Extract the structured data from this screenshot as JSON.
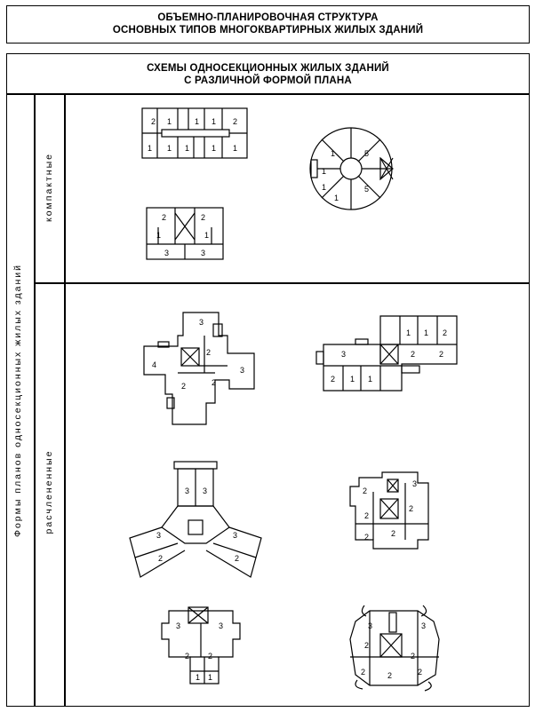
{
  "header": {
    "line1": "ОБЪЕМНО-ПЛАНИРОВОЧНАЯ СТРУКТУРА",
    "line2": "ОСНОВНЫХ ТИПОВ МНОГОКВАРТИРНЫХ ЖИЛЫХ ЗДАНИЙ"
  },
  "section": {
    "line1": "СХЕМЫ ОДНОСЕКЦИОННЫХ ЖИЛЫХ ЗДАНИЙ",
    "line2": "С РАЗЛИЧНОЙ ФОРМОЙ ПЛАНА"
  },
  "side_label": "Формы планов односекционных жилых зданий",
  "rows": {
    "compact": "компактные",
    "dissected": "расчлененные"
  },
  "plans": {
    "rect": [
      "2",
      "1",
      "1",
      "1",
      "2",
      "1",
      "1",
      "1",
      "1",
      "1"
    ],
    "round": [
      "1",
      "1",
      "5",
      "1",
      "1",
      "5"
    ],
    "small": [
      "2",
      "2",
      "1",
      "1",
      "3",
      "3"
    ],
    "cross": [
      "3",
      "2",
      "4",
      "2",
      "3",
      "2"
    ],
    "stepped": [
      "1",
      "1",
      "2",
      "3",
      "2",
      "2",
      "2",
      "1",
      "1"
    ],
    "tri": [
      "3",
      "3",
      "3",
      "3",
      "2",
      "2"
    ],
    "sq1": [
      "3",
      "2",
      "2",
      "2",
      "2",
      "2"
    ],
    "t_shape": [
      "3",
      "3",
      "2",
      "2",
      "1",
      "1"
    ],
    "oct": [
      "3",
      "3",
      "2",
      "2",
      "2",
      "2",
      "2"
    ]
  }
}
